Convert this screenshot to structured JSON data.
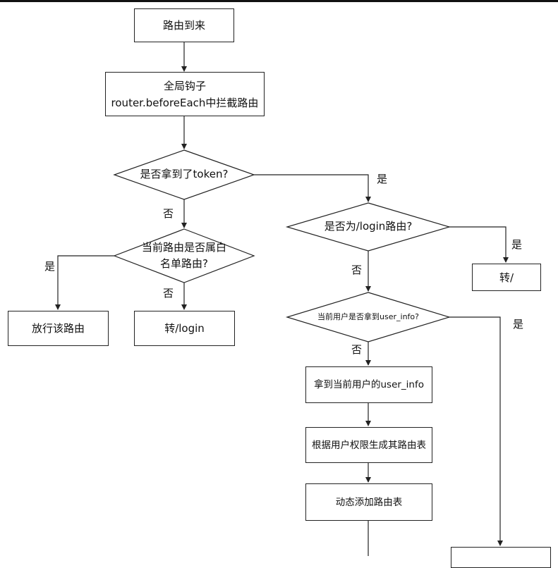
{
  "nodes": {
    "route_arrive": "路由到来",
    "global_hook_line1": "全局钩子",
    "global_hook_line2": "router.beforeEach中拦截路由",
    "has_token": "是否拿到了token?",
    "whitelist_line1": "当前路由是否属白",
    "whitelist_line2": "名单路由?",
    "allow_route": "放行该路由",
    "goto_login": "转/login",
    "is_login_route": "是否为/login路由?",
    "goto_root": "转/",
    "has_user_info": "当前用户是否拿到user_info?",
    "fetch_user_info": "拿到当前用户的user_info",
    "generate_routes": "根据用户权限生成其路由表",
    "add_routes": "动态添加路由表"
  },
  "edge_labels": {
    "token_yes": "是",
    "token_no": "否",
    "whitelist_yes": "是",
    "whitelist_no": "否",
    "login_yes": "是",
    "login_no": "否",
    "userinfo_yes": "是",
    "userinfo_no": "否"
  },
  "colors": {
    "line": "#222222",
    "background": "#ffffff",
    "text": "#111111"
  }
}
